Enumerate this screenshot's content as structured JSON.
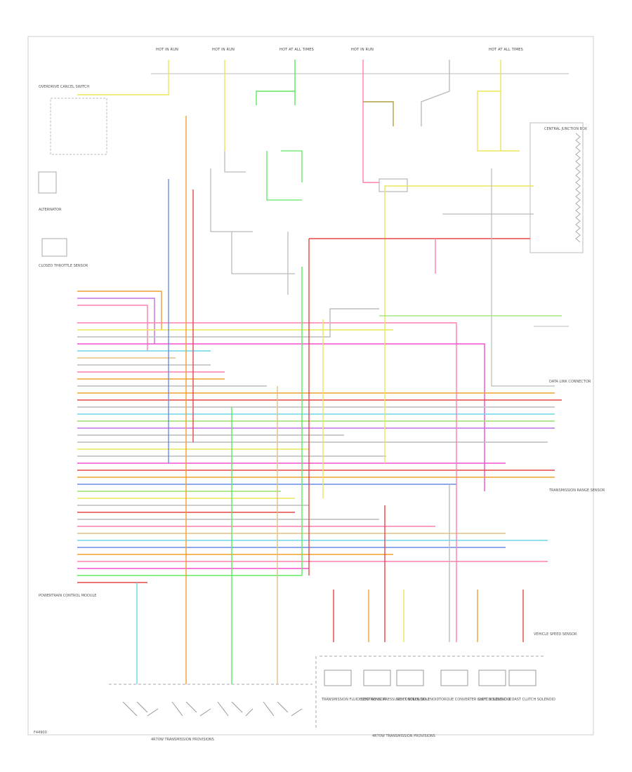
{
  "diagram": {
    "footer_left": "F44900",
    "bottom_left_caption": "4R70W TRANSMISSION PROVISIONS",
    "bottom_right_caption": "4R70W TRANSMISSION PROVISIONS",
    "top_fuses": [
      "HOT IN RUN",
      "HOT IN RUN",
      "HOT AT ALL TIMES",
      "HOT IN RUN",
      "HOT AT ALL TIMES"
    ],
    "left_labels": [
      "OVERDRIVE CANCEL SWITCH",
      "ALTERNATOR",
      "CLOSED THROTTLE SENSOR",
      "POWERTRAIN CONTROL MODULE"
    ],
    "right_labels": [
      "CENTRAL JUNCTION BOX",
      "DATA LINK CONNECTOR",
      "TRANSMISSION RANGE SENSOR",
      "VEHICLE SPEED SENSOR"
    ],
    "bottom_components": [
      "TRANSMISSION FLUID TEMP SENSOR",
      "ELECTRONIC PRESSURE CONTROL SOLENOID",
      "SHIFT SOLENOID 1",
      "TORQUE CONVERTER CLUTCH SOLENOID",
      "SHIFT SOLENOID 2",
      "COAST CLUTCH SOLENOID"
    ],
    "colors": {
      "frame": "#c8c8c8",
      "wire_gray": "#b9b9b9",
      "yellow": "#e9e65a",
      "green": "#5ee85e",
      "pink": "#ff7fb0",
      "red": "#e64646",
      "orange": "#f0a030",
      "cyan": "#6ad6e6",
      "blue": "#6a8ae6",
      "purple": "#c070e0",
      "olive": "#b0a040",
      "lightgreen": "#9ae06a",
      "tan": "#e0c080",
      "magenta": "#f050d0",
      "teal": "#40c0a0"
    }
  }
}
